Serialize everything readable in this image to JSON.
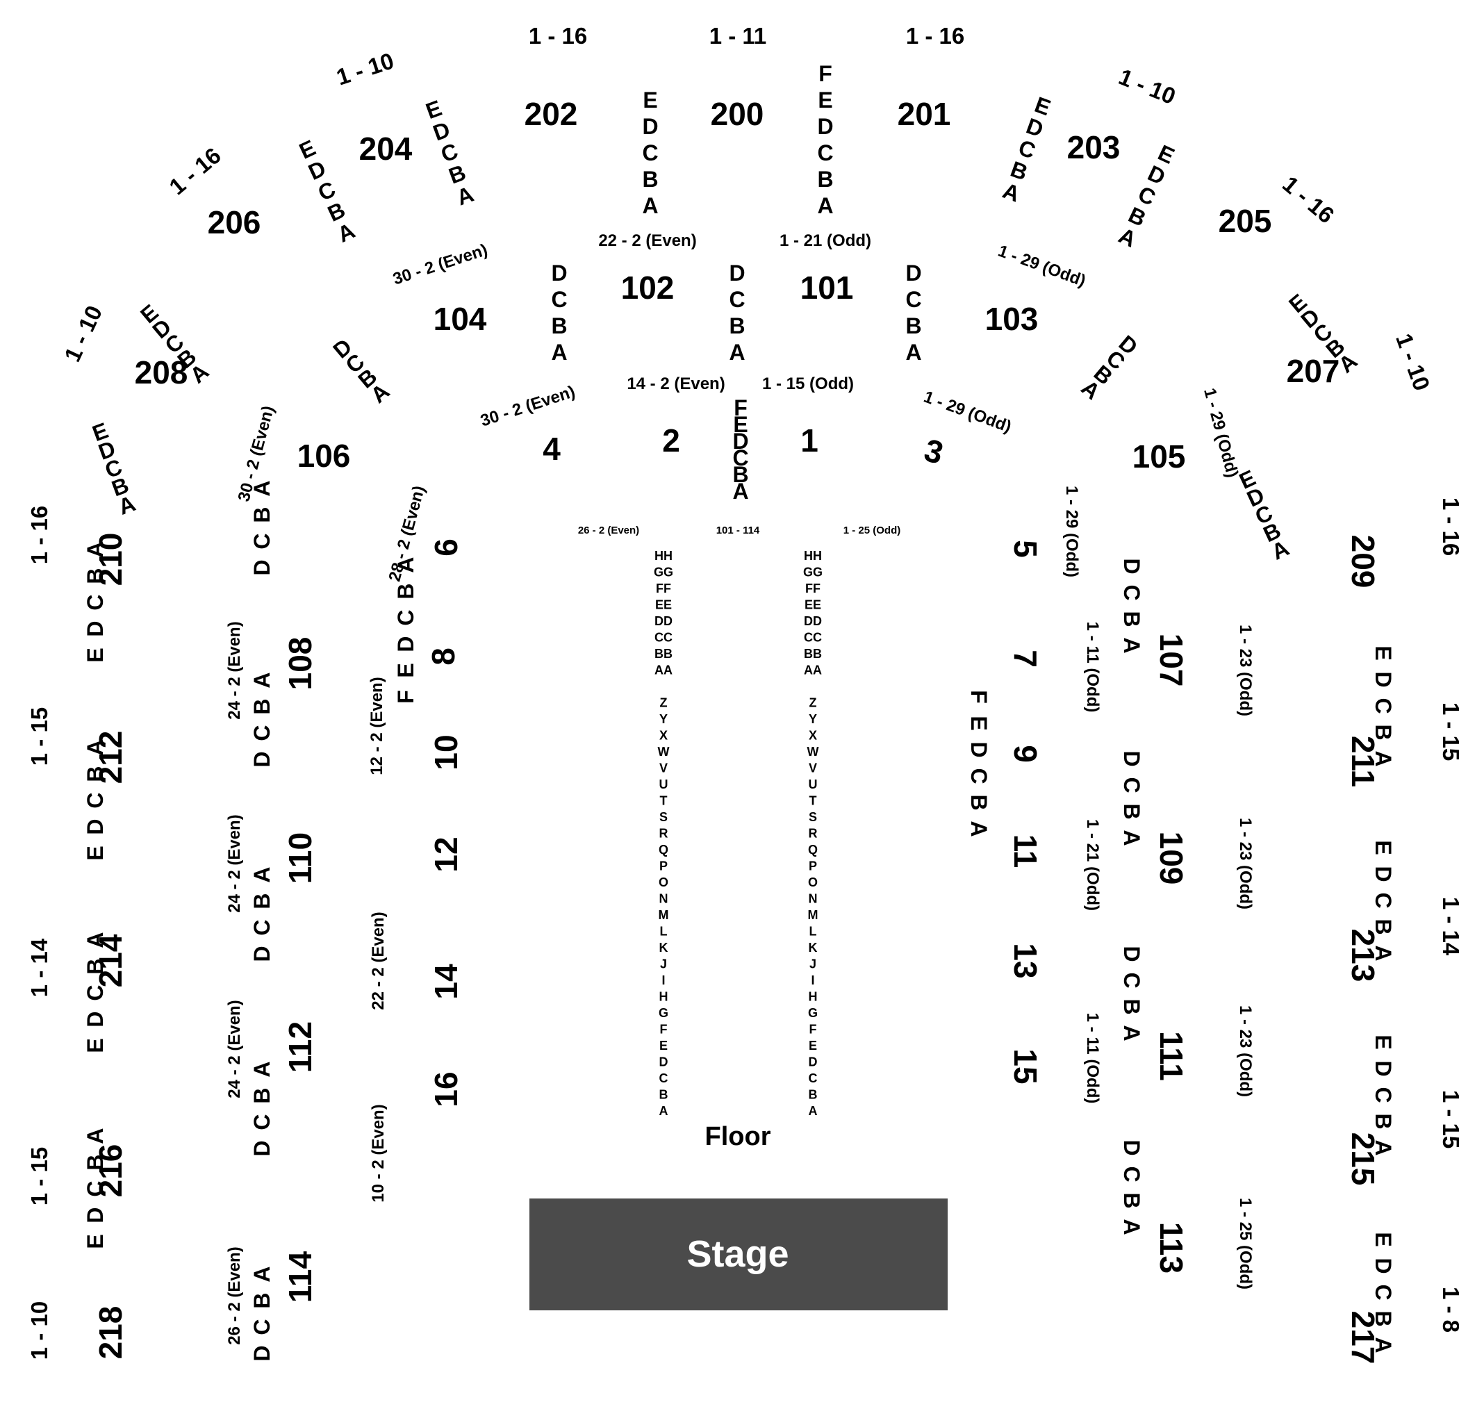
{
  "stage": {
    "label": "Stage"
  },
  "floor": {
    "label": "Floor",
    "left_label": "26 - 2 (Even)",
    "center_label": "101 - 114",
    "right_label": "1 - 25 (Odd)",
    "rows": [
      "HH",
      "GG",
      "FF",
      "EE",
      "DD",
      "CC",
      "BB",
      "AA",
      "",
      "Z",
      "Y",
      "X",
      "W",
      "V",
      "U",
      "T",
      "S",
      "R",
      "Q",
      "P",
      "O",
      "N",
      "M",
      "L",
      "K",
      "J",
      "I",
      "H",
      "G",
      "F",
      "E",
      "D",
      "C",
      "B",
      "A"
    ]
  },
  "colors": {
    "stage": "#4b4b4b",
    "text": "#000000",
    "background": "#ffffff"
  },
  "labels": [
    {
      "t": "1 - 16",
      "c": "rng"
    },
    {
      "t": "1 - 11",
      "c": "rng"
    },
    {
      "t": "1 - 16",
      "c": "rng"
    },
    {
      "t": "202",
      "c": "sec"
    },
    {
      "t": "200",
      "c": "sec"
    },
    {
      "t": "201",
      "c": "sec"
    },
    {
      "t": "EDCBA",
      "c": "row"
    },
    {
      "t": "FEDCBA",
      "c": "row"
    },
    {
      "t": "22 - 2 (Even)",
      "c": "sm"
    },
    {
      "t": "1 - 21 (Odd)",
      "c": "sm"
    },
    {
      "t": "1 - 10",
      "c": "rng"
    },
    {
      "t": "204",
      "c": "sec"
    },
    {
      "t": "EDCBA",
      "c": "row"
    },
    {
      "t": "EDCBA",
      "c": "row"
    },
    {
      "t": "1 - 16",
      "c": "rng"
    },
    {
      "t": "206",
      "c": "sec"
    },
    {
      "t": "30 - 2 (Even)",
      "c": "sm"
    },
    {
      "t": "1 - 10",
      "c": "rng"
    },
    {
      "t": "203",
      "c": "sec"
    },
    {
      "t": "EDCBA",
      "c": "row"
    },
    {
      "t": "EDCBA",
      "c": "row"
    },
    {
      "t": "1 - 16",
      "c": "rng"
    },
    {
      "t": "205",
      "c": "sec"
    },
    {
      "t": "1 - 29 (Odd)",
      "c": "sm"
    },
    {
      "t": "DCBA",
      "c": "row"
    },
    {
      "t": "102",
      "c": "sec"
    },
    {
      "t": "DCBA",
      "c": "row"
    },
    {
      "t": "101",
      "c": "sec"
    },
    {
      "t": "DCBA",
      "c": "row"
    },
    {
      "t": "104",
      "c": "sec"
    },
    {
      "t": "103",
      "c": "sec"
    },
    {
      "t": "14 - 2 (Even)",
      "c": "sm"
    },
    {
      "t": "1 - 15 (Odd)",
      "c": "sm"
    },
    {
      "t": "1 - 10",
      "c": "rng"
    },
    {
      "t": "EDCBA",
      "c": "row"
    },
    {
      "t": "208",
      "c": "sec"
    },
    {
      "t": "DCBA",
      "c": "row"
    },
    {
      "t": "30 - 2 (Even)",
      "c": "sm"
    },
    {
      "t": "FEDCBA",
      "c": "row"
    },
    {
      "t": "1 - 29 (Odd)",
      "c": "sm"
    },
    {
      "t": "DCBA",
      "c": "row"
    },
    {
      "t": "EDCBA",
      "c": "row"
    },
    {
      "t": "207",
      "c": "sec"
    },
    {
      "t": "1 - 10",
      "c": "rng"
    },
    {
      "t": "EDCBA",
      "c": "row"
    },
    {
      "t": "30 - 2 (Even)",
      "c": "sm"
    },
    {
      "t": "106",
      "c": "sec"
    },
    {
      "t": "4",
      "c": "sec"
    },
    {
      "t": "2",
      "c": "sec"
    },
    {
      "t": "1",
      "c": "sec"
    },
    {
      "t": "3",
      "c": "sec"
    },
    {
      "t": "105",
      "c": "sec"
    },
    {
      "t": "1 - 29 (Odd)",
      "c": "sm"
    },
    {
      "t": "EDCBA",
      "c": "row"
    },
    {
      "t": "1 - 16",
      "c": "rng"
    },
    {
      "t": "210",
      "c": "sec"
    },
    {
      "t": "DCBA",
      "c": "row"
    },
    {
      "t": "28 - 2 (Even)",
      "c": "sm"
    },
    {
      "t": "6",
      "c": "sec"
    },
    {
      "t": "5",
      "c": "sec"
    },
    {
      "t": "1 - 29 (Odd)",
      "c": "sm"
    },
    {
      "t": "DCBA",
      "c": "row"
    },
    {
      "t": "209",
      "c": "sec"
    },
    {
      "t": "1 - 16",
      "c": "rng"
    },
    {
      "t": "EDCBA",
      "c": "row"
    },
    {
      "t": "24 - 2 (Even)",
      "c": "sm"
    },
    {
      "t": "108",
      "c": "sec"
    },
    {
      "t": "8",
      "c": "sec"
    },
    {
      "t": "7",
      "c": "sec"
    },
    {
      "t": "107",
      "c": "sec"
    },
    {
      "t": "1 - 23 (Odd)",
      "c": "sm"
    },
    {
      "t": "EDCBA",
      "c": "row"
    },
    {
      "t": "12 - 2 (Even)",
      "c": "sm"
    },
    {
      "t": "FEDCBA",
      "c": "row"
    },
    {
      "t": "FEDCBA",
      "c": "row"
    },
    {
      "t": "1 - 11 (Odd)",
      "c": "sm"
    },
    {
      "t": "1 - 15",
      "c": "rng"
    },
    {
      "t": "212",
      "c": "sec"
    },
    {
      "t": "DCBA",
      "c": "row"
    },
    {
      "t": "10",
      "c": "sec"
    },
    {
      "t": "9",
      "c": "sec"
    },
    {
      "t": "DCBA",
      "c": "row"
    },
    {
      "t": "211",
      "c": "sec"
    },
    {
      "t": "1 - 15",
      "c": "rng"
    },
    {
      "t": "EDCBA",
      "c": "row"
    },
    {
      "t": "24 - 2 (Even)",
      "c": "sm"
    },
    {
      "t": "110",
      "c": "sec"
    },
    {
      "t": "12",
      "c": "sec"
    },
    {
      "t": "11",
      "c": "sec"
    },
    {
      "t": "109",
      "c": "sec"
    },
    {
      "t": "1 - 23 (Odd)",
      "c": "sm"
    },
    {
      "t": "EDCBA",
      "c": "row"
    },
    {
      "t": "22 - 2 (Even)",
      "c": "sm"
    },
    {
      "t": "1 - 21 (Odd)",
      "c": "sm"
    },
    {
      "t": "1 - 14",
      "c": "rng"
    },
    {
      "t": "214",
      "c": "sec"
    },
    {
      "t": "DCBA",
      "c": "row"
    },
    {
      "t": "14",
      "c": "sec"
    },
    {
      "t": "13",
      "c": "sec"
    },
    {
      "t": "DCBA",
      "c": "row"
    },
    {
      "t": "213",
      "c": "sec"
    },
    {
      "t": "1 - 14",
      "c": "rng"
    },
    {
      "t": "EDCBA",
      "c": "row"
    },
    {
      "t": "24 - 2 (Even)",
      "c": "sm"
    },
    {
      "t": "112",
      "c": "sec"
    },
    {
      "t": "16",
      "c": "sec"
    },
    {
      "t": "15",
      "c": "sec"
    },
    {
      "t": "111",
      "c": "sec"
    },
    {
      "t": "1 - 23 (Odd)",
      "c": "sm"
    },
    {
      "t": "EDCBA",
      "c": "row"
    },
    {
      "t": "10 - 2 (Even)",
      "c": "sm"
    },
    {
      "t": "1 - 11 (Odd)",
      "c": "sm"
    },
    {
      "t": "1 - 15",
      "c": "rng"
    },
    {
      "t": "216",
      "c": "sec"
    },
    {
      "t": "DCBA",
      "c": "row"
    },
    {
      "t": "DCBA",
      "c": "row"
    },
    {
      "t": "215",
      "c": "sec"
    },
    {
      "t": "1 - 15",
      "c": "rng"
    },
    {
      "t": "EDCBA",
      "c": "row"
    },
    {
      "t": "26 - 2 (Even)",
      "c": "sm"
    },
    {
      "t": "114",
      "c": "sec"
    },
    {
      "t": "113",
      "c": "sec"
    },
    {
      "t": "1 - 25 (Odd)",
      "c": "sm"
    },
    {
      "t": "EDCBA",
      "c": "row"
    },
    {
      "t": "1 - 10",
      "c": "rng"
    },
    {
      "t": "218",
      "c": "sec"
    },
    {
      "t": "DCBA",
      "c": "row"
    },
    {
      "t": "217",
      "c": "sec"
    },
    {
      "t": "1 - 8",
      "c": "rng"
    }
  ]
}
